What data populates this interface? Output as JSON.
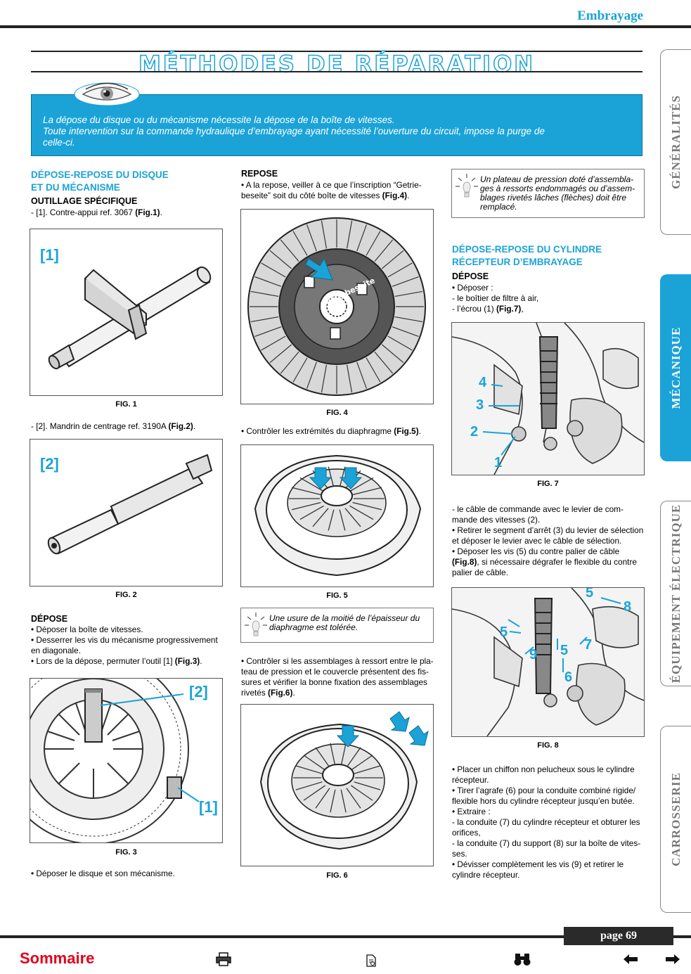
{
  "header": {
    "section": "Embrayage"
  },
  "title": "MÉTHODES DE RÉPARATION",
  "info": {
    "line1": "La dépose du disque ou du mécanisme nécessite la dépose de la boîte de vitesses.",
    "line2": "Toute intervention sur la commande hydraulique d’embrayage ayant nécessité l’ouverture du circuit, impose la purge de",
    "line3": "celle-ci."
  },
  "tabs": [
    "GÉNÉRALITÉS",
    "MÉCANIQUE",
    "ÉQUIPEMENT ÉLECTRIQUE",
    "CARROSSERIE"
  ],
  "col1": {
    "heading1": "DÉPOSE-REPOSE DU DISQUE",
    "heading2": "ET DU MÉCANISME",
    "sub": "OUTILLAGE SPÉCIFIQUE",
    "tool1": "- [1]. Contre-appui ref. 3067",
    "tool1_ref": "(Fig.1)",
    "tool1_end": ".",
    "fig1_label": "[1]",
    "fig1_caption": "FIG. 1",
    "tool2": "- [2]. Mandrin de centrage ref. 3190A",
    "tool2_ref": "(Fig.2)",
    "tool2_end": ".",
    "fig2_label": "[2]",
    "fig2_caption": "FIG. 2",
    "depose_title": "DÉPOSE",
    "d1": "• Déposer la boîte de vitesses.",
    "d2": "• Desserrer les vis du mécanisme progressivement",
    "d3": "en diagonale.",
    "d4": "• Lors de la dépose, permuter l’outil [1]",
    "d4_ref": "(Fig.3)",
    "d4_end": ".",
    "fig3_label_a": "[2]",
    "fig3_label_b": "[1]",
    "fig3_caption": "FIG. 3",
    "d5": "• Déposer le disque et son mécanisme."
  },
  "col2": {
    "repose_title": "REPOSE",
    "r1": "• A la repose, veiller à ce que l’inscription “Getrie-",
    "r2": "beseite” soit du côté boîte de vitesses",
    "r2_ref": "(Fig.4)",
    "r2_end": ".",
    "fig4_caption": "FIG. 4",
    "fig4_text": "Getriebeseite",
    "c1": "• Contrôler les extrémités du diaphragme",
    "c1_ref": "(Fig.5)",
    "c1_end": ".",
    "fig5_caption": "FIG. 5",
    "tip2_l1": "Une usure de la moitié de l’épaisseur du",
    "tip2_l2": "diaphragme est tolérée.",
    "k1": "• Contrôler si les assemblages à ressort entre le pla-",
    "k2": "teau de pression et le couvercle présentent des fis-",
    "k3": "sures et vérifier la bonne fixation des assemblages",
    "k4": "rivetés",
    "k4_ref": "(Fig.6)",
    "k4_end": ".",
    "fig6_caption": "FIG. 6"
  },
  "col3": {
    "tip1_l1": "Un plateau de pression doté d’assembla-",
    "tip1_l2": "ges à ressorts endommagés ou d’assem-",
    "tip1_l3": "blages rivetés lâches (flèches) doit être",
    "tip1_l4": "remplacé.",
    "heading1": "DÉPOSE-REPOSE DU CYLINDRE",
    "heading2": "RÉCEPTEUR D’EMBRAYAGE",
    "depose_title": "DÉPOSE",
    "a1": "• Déposer :",
    "a2": "- le boîtier de filtre à air,",
    "a3": "- l’écrou (1)",
    "a3_ref": "(Fig.7)",
    "a3_end": ",",
    "fig7_caption": "FIG. 7",
    "fig7_labels": [
      "4",
      "3",
      "2",
      "1"
    ],
    "b1": "- le câble de commande avec le levier de com-",
    "b2": "mande des vitesses (2).",
    "b3": "• Retirer le segment d’arrêt (3) du levier de sélection",
    "b4": "et déposer le levier avec le câble de sélection.",
    "b5": "• Déposer les vis (5) du contre palier de câble",
    "b6_ref": "(Fig.8)",
    "b6": ", si nécessaire dégrafer le flexible du contre",
    "b7": "palier de câble.",
    "fig8_caption": "FIG. 8",
    "fig8_labels": [
      "5",
      "8",
      "5",
      "7",
      "9",
      "5",
      "6"
    ],
    "e1": "• Placer un chiffon non pelucheux sous le cylindre",
    "e2": "récepteur.",
    "e3": "• Tirer l’agrafe (6) pour la conduite combiné rigide/",
    "e4": "flexible hors du cylindre récepteur jusqu’en butée.",
    "e5": "• Extraire :",
    "e6": "- la conduite (7) du cylindre récepteur et obturer les",
    "e7": "orifices,",
    "e8": "- la conduite (7) du support (8) sur la boîte de vites-",
    "e9": "ses.",
    "e10": "• Dévisser complètement les vis (9) et retirer le",
    "e11": "cylindre récepteur."
  },
  "footer": {
    "page": "page 69",
    "sommaire": "Sommaire",
    "icons": [
      "print-icon",
      "document-icon",
      "binoculars-icon",
      "arrow-left-icon",
      "arrow-right-icon"
    ]
  },
  "colors": {
    "accent": "#1ba3d8",
    "sommaire": "#e2001a"
  }
}
